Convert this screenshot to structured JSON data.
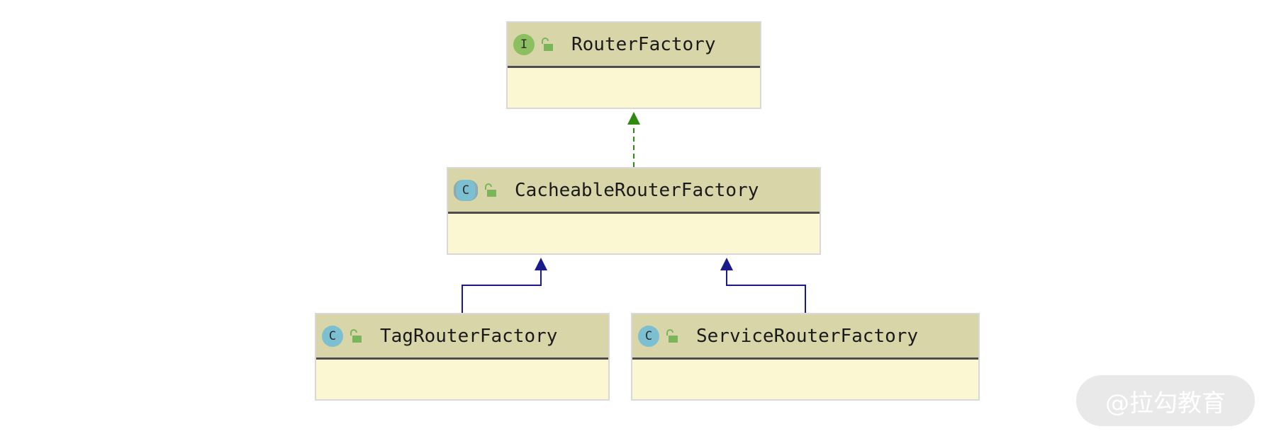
{
  "classes": {
    "router_factory": {
      "name": "RouterFactory",
      "kind": "interface",
      "kind_letter": "I"
    },
    "cacheable_router_factory": {
      "name": "CacheableRouterFactory",
      "kind": "abstract-class",
      "kind_letter": "C"
    },
    "tag_router_factory": {
      "name": "TagRouterFactory",
      "kind": "class",
      "kind_letter": "C"
    },
    "service_router_factory": {
      "name": "ServiceRouterFactory",
      "kind": "class",
      "kind_letter": "C"
    }
  },
  "relations": [
    {
      "from": "CacheableRouterFactory",
      "to": "RouterFactory",
      "type": "implements"
    },
    {
      "from": "TagRouterFactory",
      "to": "CacheableRouterFactory",
      "type": "extends"
    },
    {
      "from": "ServiceRouterFactory",
      "to": "CacheableRouterFactory",
      "type": "extends"
    }
  ],
  "colors": {
    "implements_arrow": "#2e8b10",
    "extends_arrow": "#1a1a8c",
    "header_bg": "#d8d6a8",
    "body_bg": "#fbf7d2"
  },
  "watermark": "@拉勾教育"
}
